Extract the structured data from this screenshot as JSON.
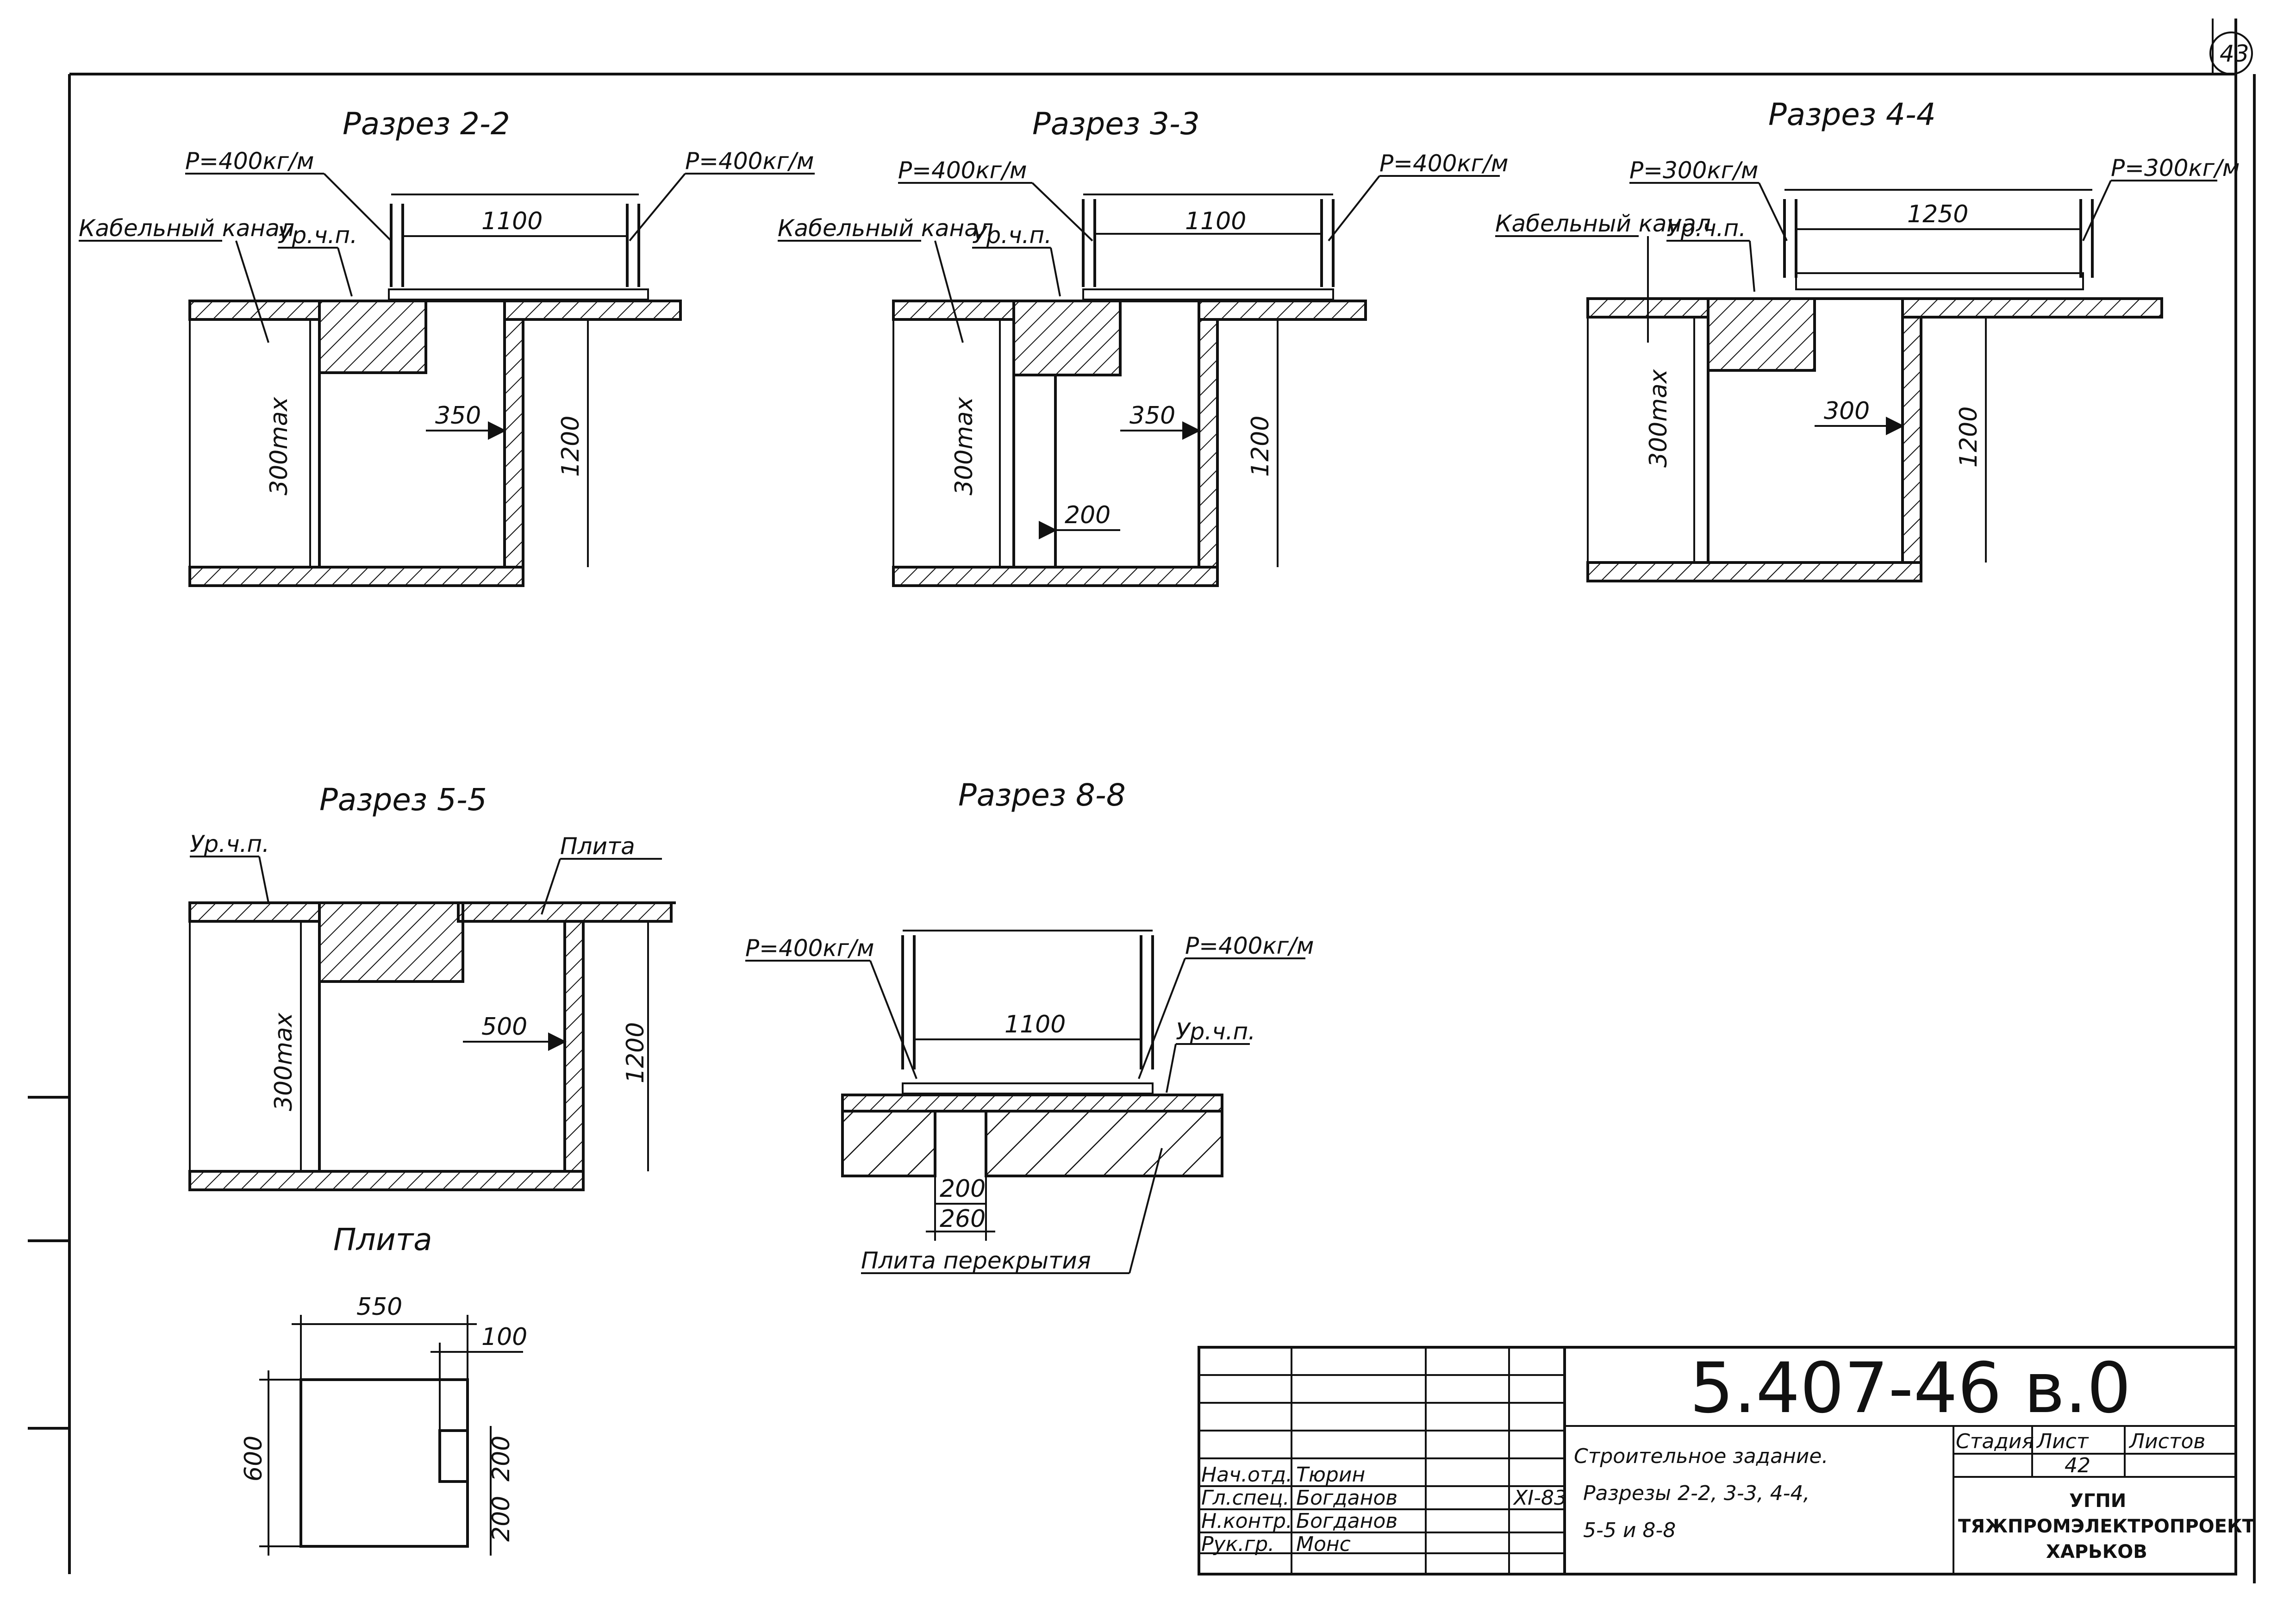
{
  "sheet_number_circle": "43",
  "sections": {
    "s22": {
      "title": "Разрез 2-2",
      "load_left": "P=400кг/м",
      "load_right": "P=400кг/м",
      "cable_channel": "Кабельный канал",
      "level": "Ур.ч.п.",
      "span": "1100",
      "max": "300max",
      "width": "350",
      "height": "1200"
    },
    "s33": {
      "title": "Разрез 3-3",
      "load_left": "P=400кг/м",
      "load_right": "P=400кг/м",
      "cable_channel": "Кабельный канал",
      "level": "Ур.ч.п.",
      "span": "1100",
      "max": "300max",
      "width": "350",
      "height": "1200",
      "inner": "200"
    },
    "s44": {
      "title": "Разрез 4-4",
      "load_left": "P=300кг/м",
      "load_right": "P=300кг/м",
      "cable_channel": "Кабельный канал",
      "level": "Ур.ч.п.",
      "span": "1250",
      "max": "300max",
      "width": "300",
      "height": "1200"
    },
    "s55": {
      "title": "Разрез 5-5",
      "level": "Ур.ч.п.",
      "slab": "Плита",
      "max": "300max",
      "width": "500",
      "height": "1200"
    },
    "s88": {
      "title": "Разрез 8-8",
      "load_left": "P=400кг/м",
      "load_right": "P=400кг/м",
      "span": "1100",
      "level": "Ур.ч.п.",
      "d200": "200",
      "d260": "260",
      "slab_floor": "Плита перекрытия"
    },
    "plate": {
      "title": "Плита",
      "w": "550",
      "notch": "100",
      "h": "600",
      "a": "200",
      "b": "200"
    }
  },
  "title_block": {
    "code": "5.407-46 в.0",
    "description_line1": "Строительное задание.",
    "description_line2": "Разрезы 2-2, 3-3, 4-4,",
    "description_line3": "5-5 и 8-8",
    "stage_label": "Стадия",
    "sheet_label": "Лист",
    "sheets_label": "Листов",
    "sheet_value": "42",
    "org_line1": "УГПИ",
    "org_line2": "ТЯЖПРОМЭЛЕКТРОПРОЕКТ",
    "org_line3": "ХАРЬКОВ",
    "date": "XI-83",
    "people": [
      {
        "role": "Нач.отд.",
        "name": "Тюрин"
      },
      {
        "role": "Гл.спец.",
        "name": "Богданов"
      },
      {
        "role": "Н.контр.",
        "name": "Богданов"
      },
      {
        "role": "Рук.гр.",
        "name": "Монс"
      }
    ]
  }
}
